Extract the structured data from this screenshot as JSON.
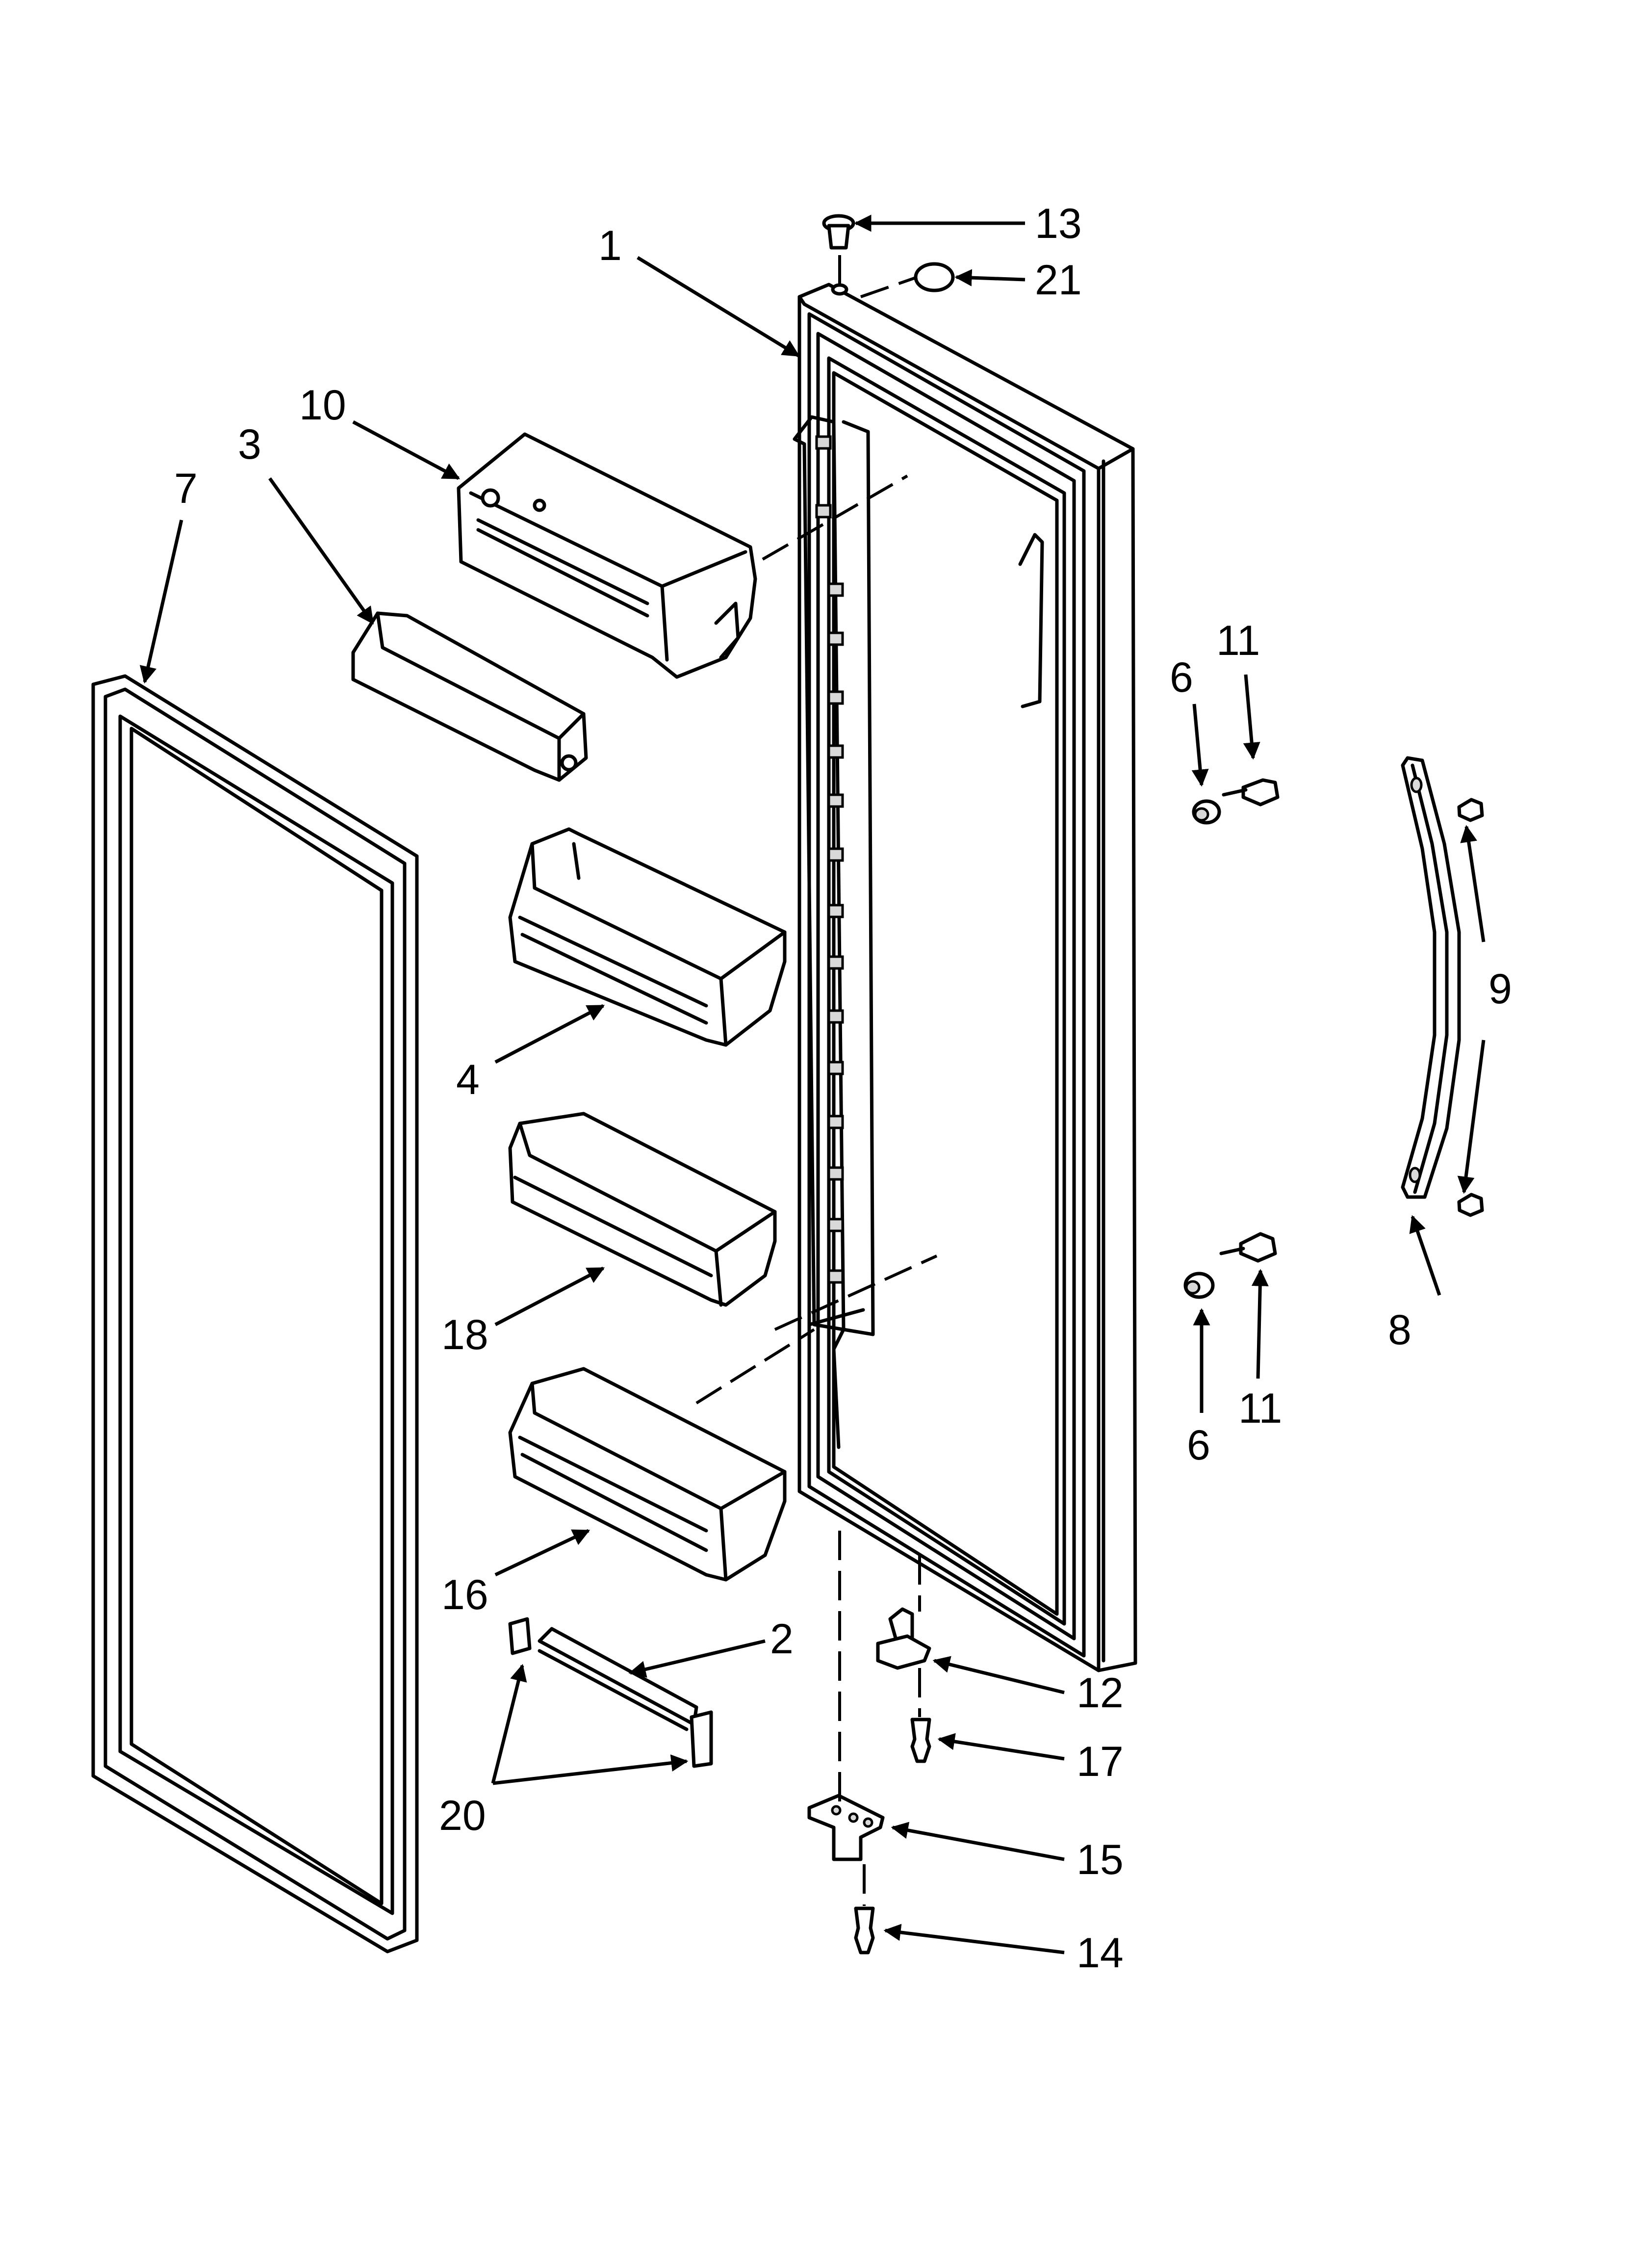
{
  "diagram": {
    "callouts": [
      {
        "id": "c1",
        "label": "1"
      },
      {
        "id": "c2",
        "label": "2"
      },
      {
        "id": "c3",
        "label": "3"
      },
      {
        "id": "c4",
        "label": "4"
      },
      {
        "id": "c6a",
        "label": "6"
      },
      {
        "id": "c6b",
        "label": "6"
      },
      {
        "id": "c7",
        "label": "7"
      },
      {
        "id": "c8",
        "label": "8"
      },
      {
        "id": "c9",
        "label": "9"
      },
      {
        "id": "c10",
        "label": "10"
      },
      {
        "id": "c11a",
        "label": "11"
      },
      {
        "id": "c11b",
        "label": "11"
      },
      {
        "id": "c12",
        "label": "12"
      },
      {
        "id": "c13",
        "label": "13"
      },
      {
        "id": "c14",
        "label": "14"
      },
      {
        "id": "c15",
        "label": "15"
      },
      {
        "id": "c16",
        "label": "16"
      },
      {
        "id": "c17",
        "label": "17"
      },
      {
        "id": "c18",
        "label": "18"
      },
      {
        "id": "c20",
        "label": "20"
      },
      {
        "id": "c21",
        "label": "21"
      }
    ]
  }
}
